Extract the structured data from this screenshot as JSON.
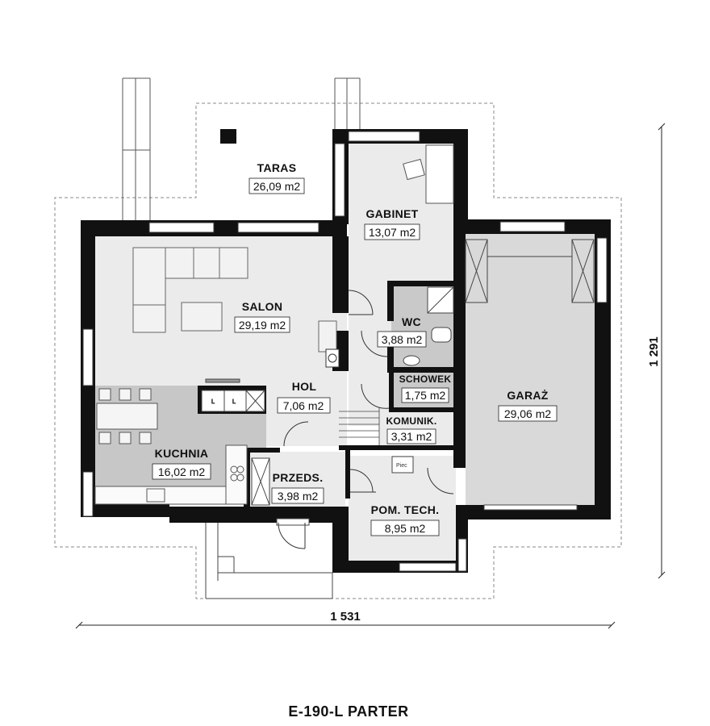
{
  "title": "E-190-L PARTER",
  "dimensions": {
    "width": "1 531",
    "height": "1 291"
  },
  "rooms": {
    "taras": {
      "name": "TARAS",
      "area": "26,09 m2"
    },
    "gabinet": {
      "name": "GABINET",
      "area": "13,07 m2"
    },
    "salon": {
      "name": "SALON",
      "area": "29,19 m2"
    },
    "wc": {
      "name": "WC",
      "area": "3,88 m2"
    },
    "hol": {
      "name": "HOL",
      "area": "7,06 m2"
    },
    "schowek": {
      "name": "SCHOWEK",
      "area": "1,75 m2"
    },
    "garaz": {
      "name": "GARAŻ",
      "area": "29,06 m2"
    },
    "komunik": {
      "name": "KOMUNIK.",
      "area": "3,31 m2"
    },
    "kuchnia": {
      "name": "KUCHNIA",
      "area": "16,02 m2"
    },
    "przeds": {
      "name": "PRZEDS.",
      "area": "3,98 m2"
    },
    "pomtech": {
      "name": "POM. TECH.",
      "area": "8,95 m2"
    }
  },
  "fixtures": {
    "boiler_label": "Piec",
    "fridge_label": "L"
  }
}
